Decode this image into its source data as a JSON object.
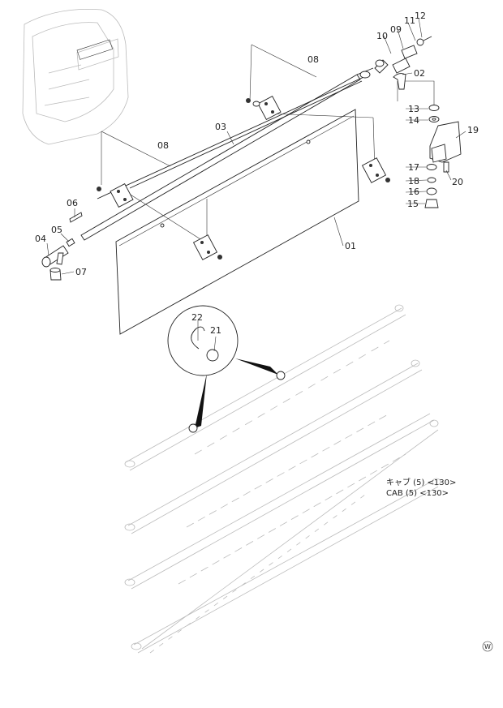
{
  "diagram": {
    "callouts": {
      "p01": "01",
      "p02": "02",
      "p03": "03",
      "p04": "04",
      "p05": "05",
      "p06": "06",
      "p07": "07",
      "p08a": "08",
      "p08b": "08",
      "p09": "09",
      "p10": "10",
      "p11": "11",
      "p12": "12",
      "p13": "13",
      "p14": "14",
      "p15": "15",
      "p16": "16",
      "p17": "17",
      "p18": "18",
      "p19": "19",
      "p20": "20",
      "p21": "21",
      "p22": "22"
    },
    "caption_jp": "キャブ (5) <130>",
    "caption_en": "CAB (5) <130>",
    "corner_mark": "W"
  }
}
